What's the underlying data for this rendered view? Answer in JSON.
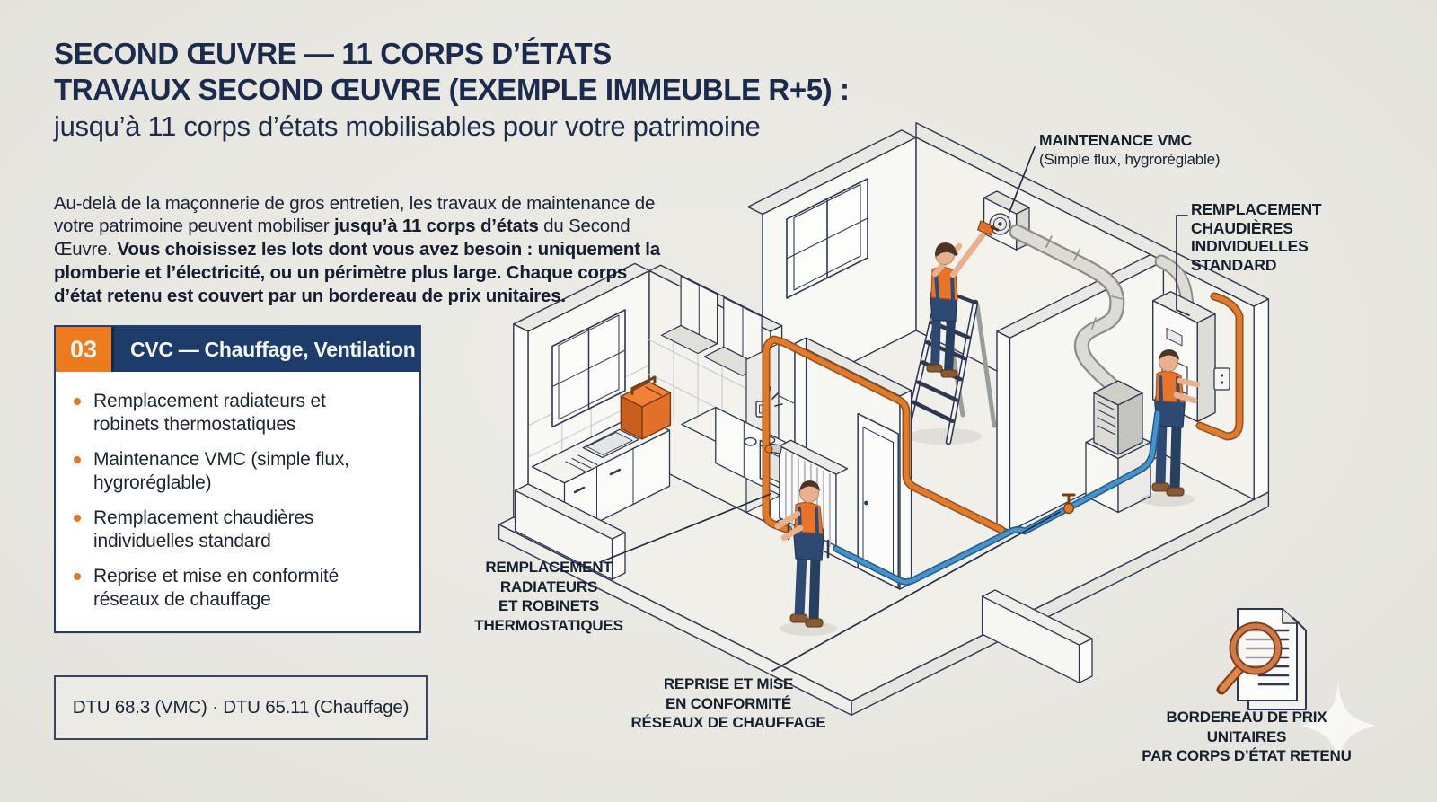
{
  "header": {
    "title_line1": "SECOND ŒUVRE — 11 CORPS D’ÉTATS",
    "title_line2": "TRAVAUX SECOND ŒUVRE (EXEMPLE IMMEUBLE R+5) :",
    "subtitle": "jusqu’à 11 corps d’états mobilisables pour votre patrimoine"
  },
  "intro": {
    "part1": "Au-delà de la maçonnerie de gros entretien, les travaux de maintenance de votre patrimoine peuvent mobiliser ",
    "bold1": "jusqu’à 11 corps d’états",
    "part2": " du Second Œuvre. ",
    "bold2": "Vous choisissez les lots dont vous avez besoin : uniquement la plomberie et l’électricité, ou un périmètre plus large. Chaque corps d’état retenu est couvert par un bordereau de prix unitaires."
  },
  "lot_card": {
    "number": "03",
    "title": "CVC — Chauffage, Ventilation",
    "items": [
      "Remplacement radiateurs et robinets thermostatiques",
      "Maintenance VMC (simple flux, hygroréglable)",
      "Remplacement chaudières individuelles standard",
      "Reprise et mise en conformité réseaux de chauffage"
    ]
  },
  "footnote": {
    "text": "DTU 68.3 (VMC) · DTU 65.11 (Chauffage)"
  },
  "diagram": {
    "labels": {
      "vmc": {
        "l1": "MAINTENANCE VMC",
        "l2": "(Simple flux, hygroréglable)"
      },
      "chaudieres": {
        "l1": "REMPLACEMENT",
        "l2": "CHAUDIÈRES",
        "l3": "INDIVIDUELLES",
        "l4": "STANDARD"
      },
      "radiateurs": {
        "l1": "REMPLACEMENT",
        "l2": "RADIATEURS",
        "l3": "ET ROBINETS",
        "l4": "THERMOSTATIQUES"
      },
      "reprise": {
        "l1": "REPRISE ET MISE",
        "l2": "EN CONFORMITÉ",
        "l3": "RÉSEAUX DE CHAUFFAGE"
      },
      "bordereau": {
        "l1": "BORDEREAU DE PRIX UNITAIRES",
        "l2": "PAR CORPS D’ÉTAT RETENU"
      }
    },
    "icons": {
      "magnifier": "loupe sur bordereau",
      "documents": "pages de bordereau"
    }
  },
  "colors": {
    "background": "#e9e8e3",
    "title_navy": "#1b2b4e",
    "body_text": "#1d2433",
    "accent_orange": "#ee7a1e",
    "card_header_navy": "#1e3c69",
    "pipe_orange": "#dd7a2e",
    "pipe_blue": "#4a90c9",
    "outline": "#2f3752"
  }
}
